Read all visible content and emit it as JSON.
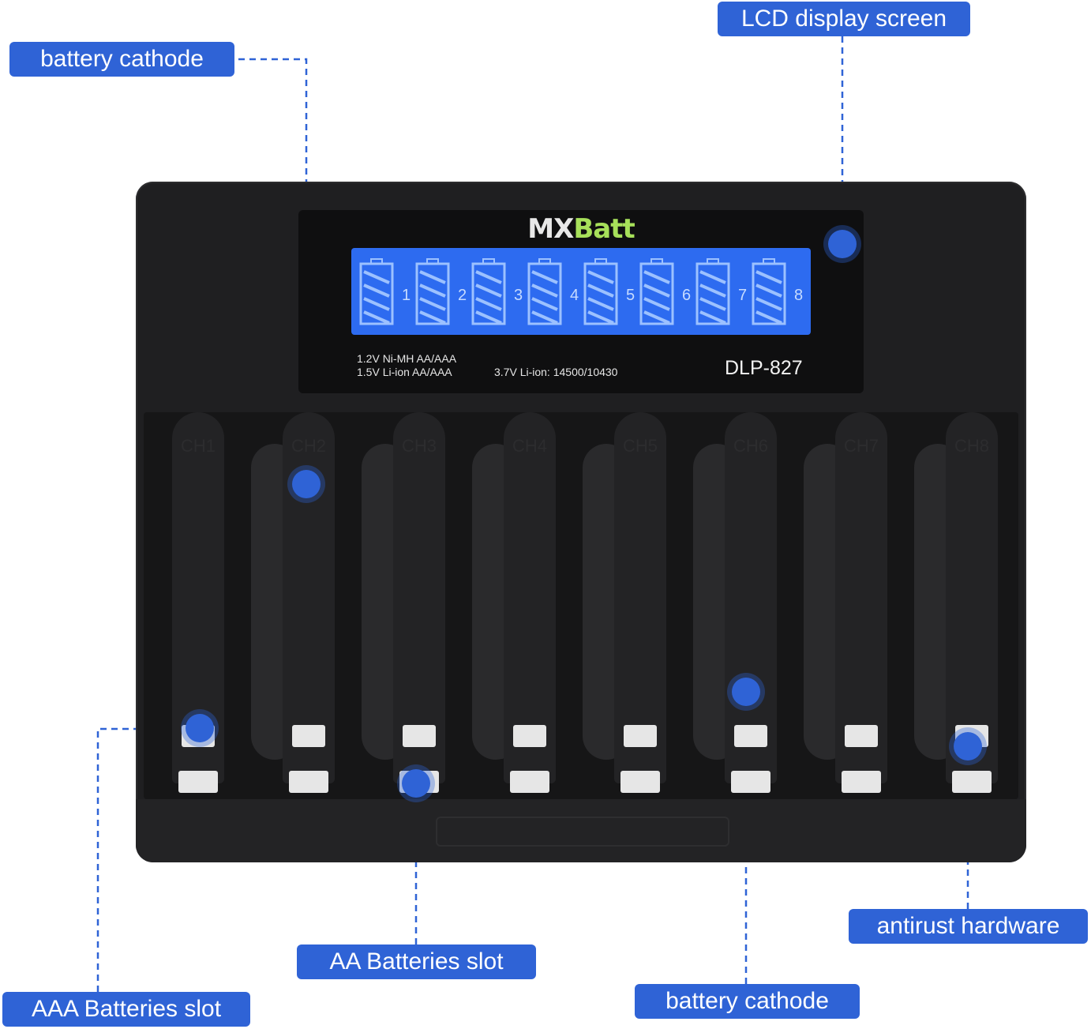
{
  "callouts": {
    "battery_cathode_top": "battery cathode",
    "lcd_display": "LCD display screen",
    "antirust": "antirust hardware",
    "aa_slot": "AA Batteries slot",
    "aaa_slot": "AAA Batteries slot",
    "battery_cathode_bottom": "battery cathode"
  },
  "charger": {
    "brand_main": "MX",
    "brand_accent": "Batt",
    "model": "DLP-827",
    "spec_line1": "1.2V Ni-MH   AA/AAA",
    "spec_line2": "1.5V Li-ion   AA/AAA",
    "spec_line3": "3.7V Li-ion:  14500/10430",
    "lcd_channels": [
      "1",
      "2",
      "3",
      "4",
      "5",
      "6",
      "7",
      "8"
    ],
    "slot_labels": [
      "CH1",
      "CH2",
      "CH3",
      "CH4",
      "CH5",
      "CH6",
      "CH7",
      "CH8"
    ]
  },
  "colors": {
    "callout": "#2f63d6",
    "lcd": "#2d6bf0",
    "body": "#1f1f21"
  }
}
